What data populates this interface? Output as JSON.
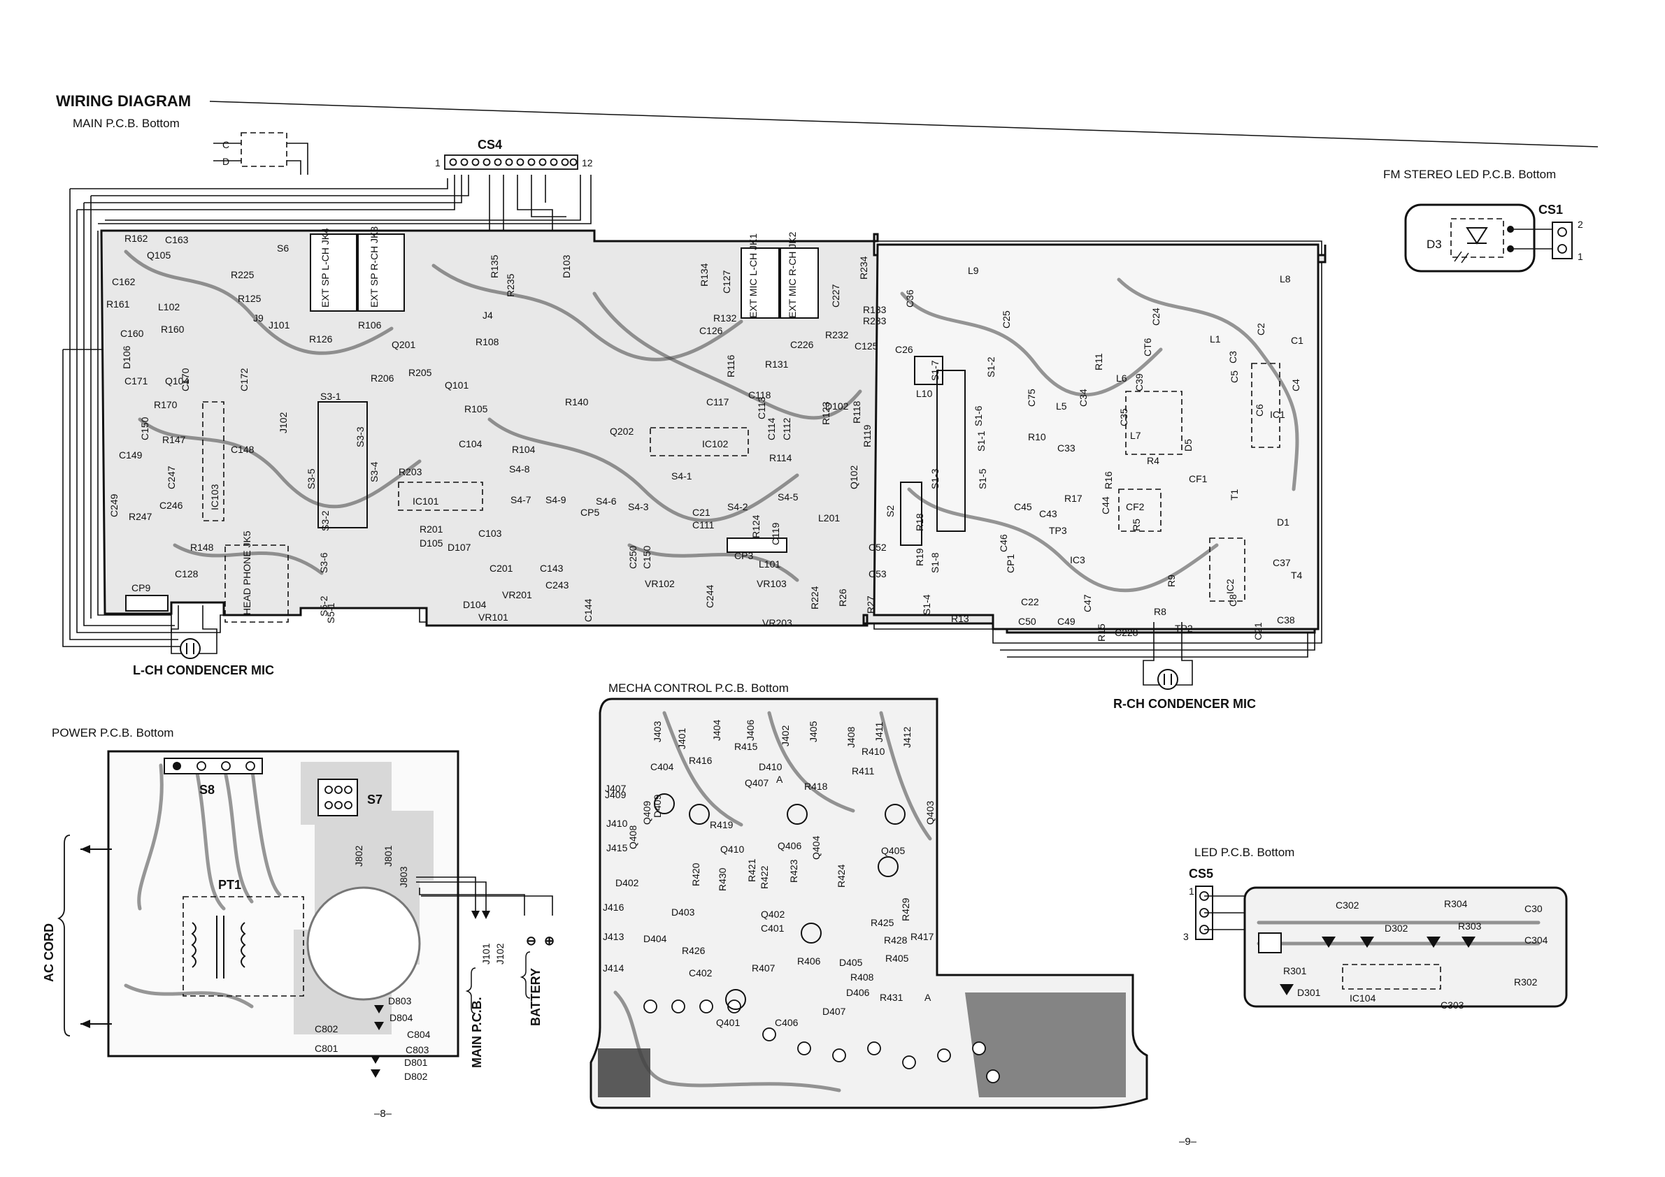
{
  "header": {
    "title": "WIRING DIAGRAM",
    "main_subtitle": "MAIN P.C.B. Bottom"
  },
  "main_board": {
    "connector_cs4": {
      "label": "CS4",
      "pin_left": "1",
      "pin_right": "12"
    },
    "tap_c": "C",
    "tap_d": "D",
    "left_mic": "L-CH  CONDENCER MIC",
    "right_mic": "R-CH  CONDENCER MIC",
    "jacks": [
      "EXT SP L-CH JK4",
      "EXT SP R-CH JK3",
      "EXT MIC L-CH JK1",
      "EXT MIC R-CH JK2",
      "HEAD PHONE JK5"
    ],
    "components": [
      "R162",
      "C163",
      "Q105",
      "S6",
      "R225",
      "R125",
      "C162",
      "L102",
      "R161",
      "C160",
      "R160",
      "J9",
      "J101",
      "R135",
      "R235",
      "D103",
      "J4",
      "R108",
      "R106",
      "Q201",
      "R126",
      "R206",
      "R205",
      "Q101",
      "R105",
      "C171",
      "D106",
      "Q104",
      "C170",
      "C172",
      "J102",
      "R170",
      "C150",
      "C149",
      "R147",
      "IC103",
      "C148",
      "C247",
      "C249",
      "R247",
      "C246",
      "R148",
      "C128",
      "CP9",
      "S3-1",
      "S3-2",
      "S3-3",
      "S3-4",
      "S3-5",
      "S3-6",
      "IC101",
      "R104",
      "C104",
      "R203",
      "R201",
      "C103",
      "D105",
      "D107",
      "D104",
      "S5-2",
      "S5-1",
      "VR101",
      "VR201",
      "C143",
      "C243",
      "C244",
      "C144",
      "VR102",
      "VR103",
      "VR203",
      "S4-8",
      "S4-7",
      "S4-9",
      "S4-6",
      "S4-3",
      "S4-1",
      "S4-2",
      "S4-5",
      "CP5",
      "CP3",
      "C201",
      "C21",
      "C111",
      "C250",
      "C150",
      "L101",
      "L201",
      "C52",
      "C53",
      "R27",
      "R26",
      "R224",
      "IC102",
      "Q202",
      "R140",
      "R134",
      "R132",
      "R131",
      "R133",
      "R233",
      "R232",
      "R234",
      "C127",
      "C227",
      "C126",
      "C226",
      "C125",
      "R116",
      "R119",
      "R118",
      "R123",
      "D102",
      "Q102",
      "C118",
      "C117",
      "C113",
      "C114",
      "C119",
      "C112",
      "R114",
      "R124",
      "C36",
      "C26",
      "L9",
      "L10",
      "C25",
      "L8",
      "S1-1",
      "S1-2",
      "S1-3",
      "S1-4",
      "S1-5",
      "S1-6",
      "S1-7",
      "S1-8",
      "S2",
      "R18",
      "R19",
      "CP1",
      "C45",
      "C46",
      "C22",
      "C50",
      "C49",
      "R13",
      "C75",
      "L5",
      "L6",
      "L7",
      "C34",
      "C33",
      "C35",
      "C39",
      "R10",
      "R11",
      "C24",
      "CT6",
      "L1",
      "C1",
      "C2",
      "C3",
      "C4",
      "C5",
      "C6",
      "IC1",
      "CF1",
      "CF2",
      "D5",
      "R4",
      "R17",
      "R16",
      "C43",
      "C44",
      "TP3",
      "IC3",
      "R5",
      "C47",
      "R15",
      "C228",
      "R8",
      "R9",
      "TP2",
      "C21",
      "C8",
      "C38",
      "IC2",
      "T4",
      "C37",
      "D1",
      "T1"
    ]
  },
  "fm_led_board": {
    "title": "FM STEREO LED P.C.B. Bottom",
    "connector": "CS1",
    "pin_top": "2",
    "pin_bottom": "1",
    "diode": "D3"
  },
  "power_board": {
    "title": "POWER P.C.B. Bottom",
    "switch_s8": "S8",
    "switch_s7": "S7",
    "transformer": "PT1",
    "jumpers": [
      "J802",
      "J801",
      "J803"
    ],
    "parts": [
      "C802",
      "C801",
      "D803",
      "D804",
      "C804",
      "C803",
      "D801",
      "D802"
    ],
    "ac_cord": "AC CORD",
    "main_pcb": "MAIN P.C.B.",
    "jacks_main": [
      "J101",
      "J102"
    ],
    "battery": "BATTERY",
    "battery_minus": "⊖",
    "battery_plus": "⊕"
  },
  "mecha_board": {
    "title": "MECHA CONTROL P.C.B. Bottom",
    "parts": [
      "J403",
      "J401",
      "J404",
      "J406",
      "J402",
      "J405",
      "J408",
      "J411",
      "J412",
      "J407",
      "C404",
      "R416",
      "R415",
      "D410",
      "R410",
      "D409",
      "R411",
      "J409",
      "Q409",
      "Q407",
      "R418",
      "Q403",
      "J410",
      "Q408",
      "R419",
      "Q410",
      "Q406",
      "Q404",
      "Q405",
      "J415",
      "D402",
      "R420",
      "R430",
      "R421",
      "R422",
      "R423",
      "R424",
      "R425",
      "J416",
      "D403",
      "R429",
      "Q402",
      "R428",
      "R417",
      "J413",
      "D404",
      "C401",
      "R426",
      "R407",
      "R406",
      "D405",
      "R405",
      "J414",
      "C402",
      "R408",
      "D406",
      "R431",
      "Q401",
      "C406",
      "D407"
    ],
    "marker_a": "A"
  },
  "led_board": {
    "title": "LED P.C.B. Bottom",
    "connector": "CS5",
    "pin_top": "1",
    "pin_bottom": "3",
    "parts": [
      "C302",
      "R304",
      "C30",
      "D302",
      "R303",
      "C304",
      "R301",
      "D301",
      "IC104",
      "C303",
      "R302"
    ]
  },
  "page_numbers": {
    "left": "–8–",
    "right": "–9–"
  }
}
